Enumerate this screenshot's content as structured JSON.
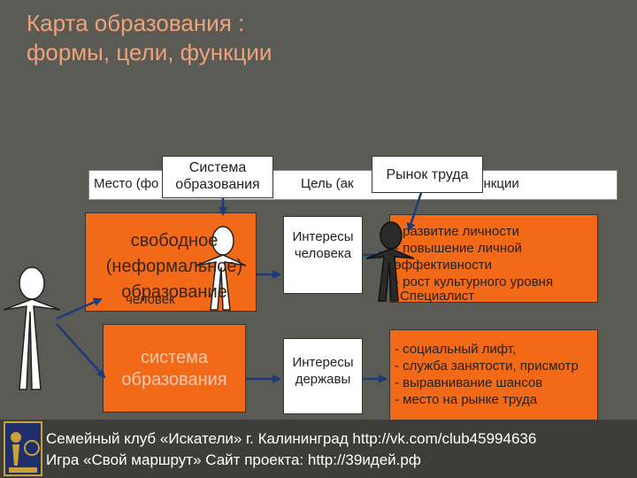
{
  "title": {
    "line1": "Карта образования :",
    "line2": "формы, цели, функции"
  },
  "header": {
    "place": "Место (фо",
    "purpose": "Цель (ак",
    "functions": "ункции",
    "system_box": [
      "Система",
      "образования"
    ],
    "market_box": "Рынок труда"
  },
  "forms": {
    "informal": [
      "свободное",
      "(неформальное)",
      "образование"
    ],
    "informal_overlap": "человек",
    "system": [
      "система",
      "образования"
    ]
  },
  "goals": {
    "human": [
      "Интересы",
      "человека"
    ],
    "state": [
      "Интересы",
      "державы"
    ]
  },
  "functions_block_1": {
    "items": [
      "- развитие личности",
      "- повышение личной",
      "эффективности",
      "- рост культурного уровня"
    ],
    "overlap": "Специалист"
  },
  "functions_block_2": {
    "items": [
      "- социальный лифт,",
      "- служба занятости, присмотр",
      "- выравнивание шансов",
      "- место на рынке труда"
    ]
  },
  "footer": {
    "line1": "Семейный клуб «Искатели»  г. Калининград http://vk.com/club45994636",
    "line2": "Игра «Свой маршрут» Сайт проекта: http://39идей.рф"
  },
  "colors": {
    "background": "#5b5b55",
    "title": "#f0a27a",
    "orange": "#f26a17",
    "arrow": "#1e3a78"
  }
}
